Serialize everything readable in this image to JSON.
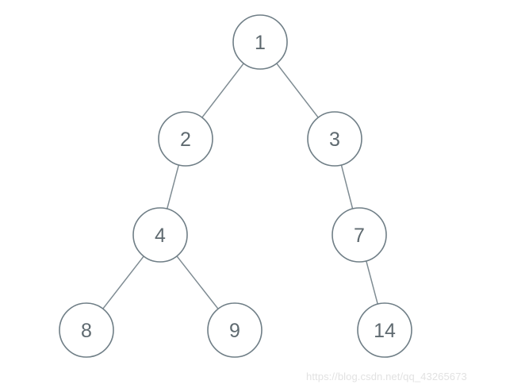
{
  "tree": {
    "nodes": [
      {
        "id": "n1",
        "label": "1"
      },
      {
        "id": "n2",
        "label": "2"
      },
      {
        "id": "n3",
        "label": "3"
      },
      {
        "id": "n4",
        "label": "4"
      },
      {
        "id": "n7",
        "label": "7"
      },
      {
        "id": "n8",
        "label": "8"
      },
      {
        "id": "n9",
        "label": "9"
      },
      {
        "id": "n14",
        "label": "14"
      }
    ],
    "edges": [
      {
        "from": "n1",
        "to": "n2"
      },
      {
        "from": "n1",
        "to": "n3"
      },
      {
        "from": "n2",
        "to": "n4"
      },
      {
        "from": "n3",
        "to": "n7"
      },
      {
        "from": "n4",
        "to": "n8"
      },
      {
        "from": "n4",
        "to": "n9"
      },
      {
        "from": "n7",
        "to": "n14"
      }
    ]
  },
  "colors": {
    "node_stroke": "#6f7e86",
    "edge_stroke": "#7f8c93",
    "label_text": "#5f6a70",
    "watermark_text": "#e2e2e2"
  },
  "watermark": {
    "text": "https://blog.csdn.net/qq_43265673"
  }
}
